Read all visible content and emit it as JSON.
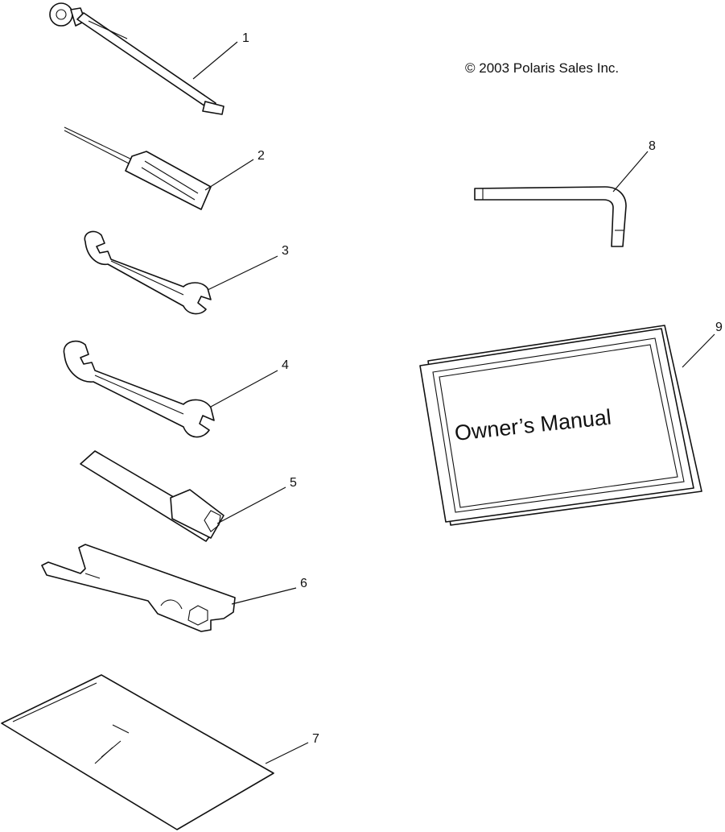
{
  "copyright": "© 2003 Polaris Sales Inc.",
  "manual_cover_text": "Owner’s Manual",
  "callouts": [
    "1",
    "2",
    "3",
    "4",
    "5",
    "6",
    "7",
    "8",
    "9"
  ]
}
